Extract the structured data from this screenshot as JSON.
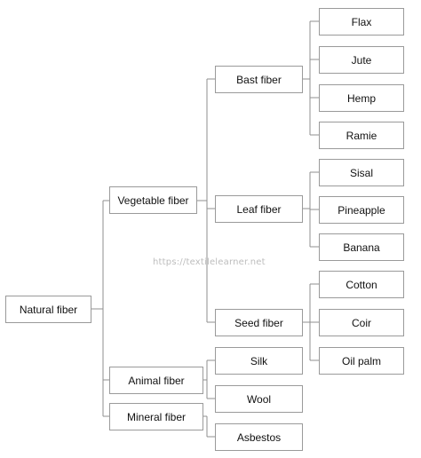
{
  "diagram": {
    "root": "Natural fiber",
    "level1": {
      "vegetable": "Vegetable fiber",
      "animal": "Animal fiber",
      "mineral": "Mineral fiber"
    },
    "vegetable_children": {
      "bast": "Bast fiber",
      "leaf": "Leaf fiber",
      "seed": "Seed fiber"
    },
    "bast_children": [
      "Flax",
      "Jute",
      "Hemp",
      "Ramie"
    ],
    "leaf_children": [
      "Sisal",
      "Pineapple",
      "Banana"
    ],
    "seed_children": [
      "Cotton",
      "Coir",
      "Oil palm"
    ],
    "animal_children": [
      "Silk",
      "Wool"
    ],
    "mineral_children": [
      "Asbestos"
    ],
    "watermark": "https://textilelearner.net"
  },
  "colors": {
    "line": "#8f8f8f",
    "border": "#9a9a9a",
    "text": "#111111"
  }
}
